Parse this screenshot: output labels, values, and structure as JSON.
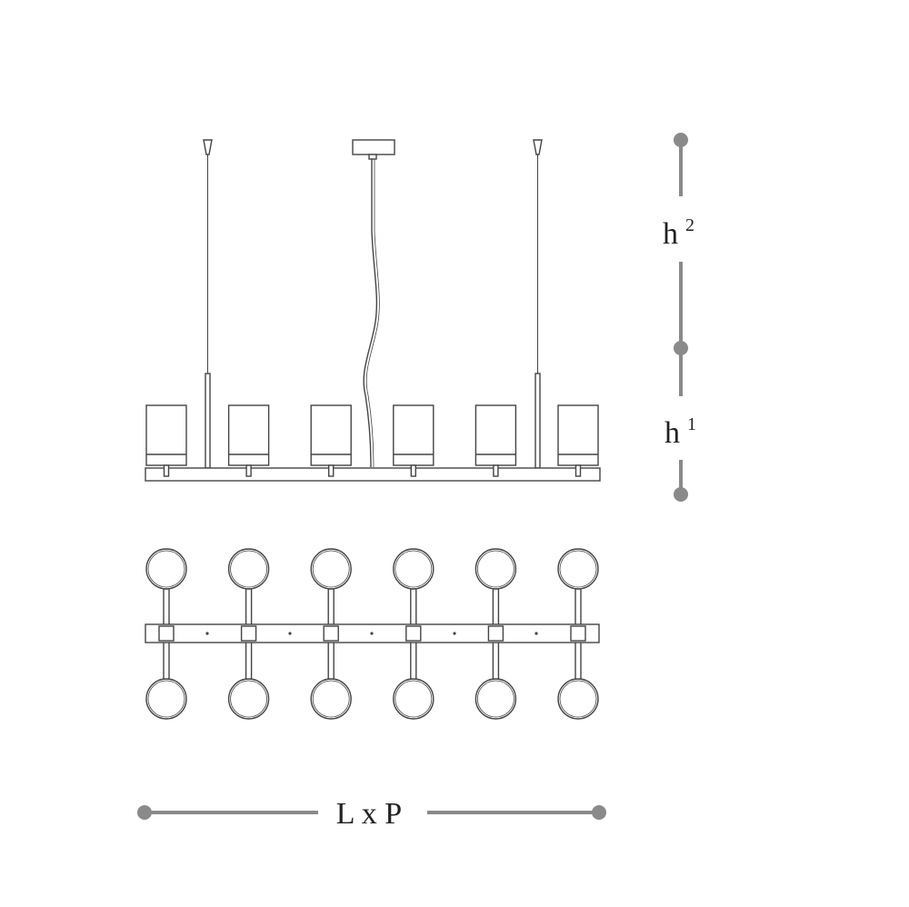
{
  "dimensions": {
    "height_total": {
      "base": "h",
      "exponent": "2"
    },
    "height_body": {
      "base": "h",
      "exponent": "1"
    },
    "footprint": "L x P"
  },
  "lamp_count": 6,
  "colors": {
    "line": "#444444",
    "dimension": "#8a8a8a",
    "background": "#ffffff"
  }
}
